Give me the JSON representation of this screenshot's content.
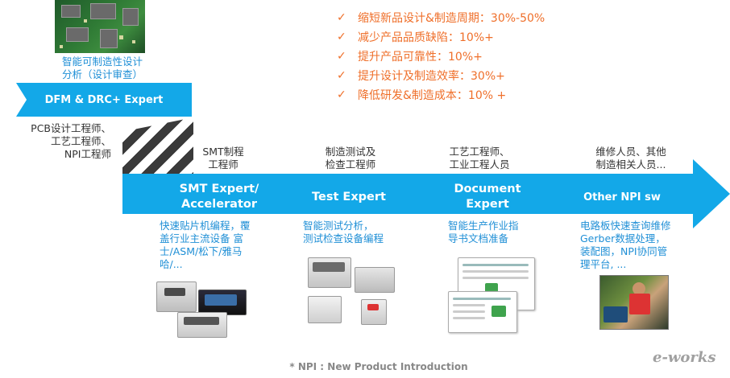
{
  "benefits": [
    {
      "check": "✓",
      "text": "缩短新品设计&制造周期：30%-50%"
    },
    {
      "check": "✓",
      "text": "减少产品品质缺陷：10%+"
    },
    {
      "check": "✓",
      "text": "提升产品可靠性：10%+"
    },
    {
      "check": "✓",
      "text": "提升设计及制造效率：30%+"
    },
    {
      "check": "✓",
      "text": "降低研发&制造成本：10% +"
    }
  ],
  "dfm": {
    "caption_line1": "智能可制造性设计",
    "caption_line2": "分析（设计审查）",
    "box_label": "DFM & DRC+ Expert",
    "roles_line1": "PCB设计工程师、",
    "roles_line2": "工艺工程师、",
    "roles_line3": "NPI工程师"
  },
  "stages": [
    {
      "roles_line1": "SMT制程",
      "roles_line2": "工程师",
      "title_line1": "SMT Expert/",
      "title_line2": "Accelerator",
      "desc_line1": "快速贴片机编程，覆",
      "desc_line2": "盖行业主流设备 富",
      "desc_line3": "士/ASM/松下/雅马",
      "desc_line4": "哈/..."
    },
    {
      "roles_line1": "制造测试及",
      "roles_line2": "检查工程师",
      "title_line1": "Test Expert",
      "desc_line1": "智能测试分析，",
      "desc_line2": "测试检查设备编程"
    },
    {
      "roles_line1": "工艺工程师、",
      "roles_line2": "工业工程人员",
      "title_line1": "Document",
      "title_line2": "Expert",
      "desc_line1": "智能生产作业指",
      "desc_line2": "导书文档准备"
    },
    {
      "roles_line1": "维修人员、其他",
      "roles_line2": "制造相关人员...",
      "title_line1": "Other NPI sw",
      "desc_line1": "电路板快速查询维修",
      "desc_line2": "Gerber数据处理，",
      "desc_line3": "装配图，NPI协同管",
      "desc_line4": "理平台, ..."
    }
  ],
  "footnote": "* NPI : New Product Introduction",
  "logo_text": "e-works",
  "colors": {
    "accent_blue": "#13a8e8",
    "text_blue": "#1f8fd6",
    "benefit_orange": "#ef6f2a"
  }
}
